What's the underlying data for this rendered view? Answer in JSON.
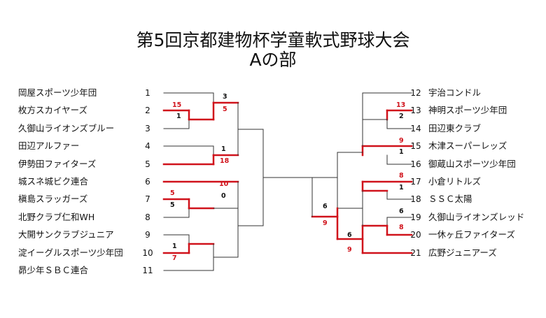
{
  "title": "第5回京都建物杯学童軟式野球大会",
  "subtitle": "Aの部",
  "left_teams": [
    {
      "seed": "1",
      "name": "岡屋スポーツ少年団"
    },
    {
      "seed": "2",
      "name": "枚方スカイヤーズ"
    },
    {
      "seed": "3",
      "name": "久御山ライオンズブルー"
    },
    {
      "seed": "4",
      "name": "田辺アルファー"
    },
    {
      "seed": "5",
      "name": "伊勢田ファイターズ"
    },
    {
      "seed": "6",
      "name": "城スネ城ビク連合"
    },
    {
      "seed": "7",
      "name": "槇島スラッガーズ"
    },
    {
      "seed": "8",
      "name": "北野クラブ仁和WH"
    },
    {
      "seed": "9",
      "name": "大開サンクラブジュニア"
    },
    {
      "seed": "10",
      "name": "淀イーグルスポーツ少年団"
    },
    {
      "seed": "11",
      "name": "昴少年ＳＢＣ連合"
    }
  ],
  "right_teams": [
    {
      "seed": "12",
      "name": "宇治コンドル"
    },
    {
      "seed": "13",
      "name": "神明スポーツ少年団"
    },
    {
      "seed": "14",
      "name": "田辺東クラブ"
    },
    {
      "seed": "15",
      "name": "木津スーパーレッズ"
    },
    {
      "seed": "16",
      "name": "御蔵山スポーツ少年団"
    },
    {
      "seed": "17",
      "name": "小倉リトルズ"
    },
    {
      "seed": "18",
      "name": "ＳＳＣ太陽"
    },
    {
      "seed": "19",
      "name": "久御山ライオンズレッド"
    },
    {
      "seed": "20",
      "name": "一休ヶ丘ファイターズ"
    },
    {
      "seed": "21",
      "name": "広野ジュニアーズ"
    }
  ],
  "scores": {
    "m2v3_top": "15",
    "m2v3_bot": "1",
    "m1v23_top": "3",
    "m1v23_bot": "5",
    "m4v5_top": "1",
    "m4v5_bot": "18",
    "m7v8_top": "5",
    "m7v8_bot": "5",
    "m6v78_top": "10",
    "m6v78_bot": "0",
    "m9v10_top": "1",
    "m9v10_bot": "7",
    "m13v14_top": "13",
    "m13v14_bot": "2",
    "m15v16_top": "9",
    "m15v16_bot": "1",
    "m17v18_top": "8",
    "m17v18_bot": "1",
    "m19v20_top": "6",
    "m19v20_bot": "8",
    "m1720_top": "6",
    "m1720_bot": "9",
    "msemi_top": "6",
    "msemi_bot": "9"
  },
  "colors": {
    "win": "#d0121b",
    "line": "#333333"
  }
}
